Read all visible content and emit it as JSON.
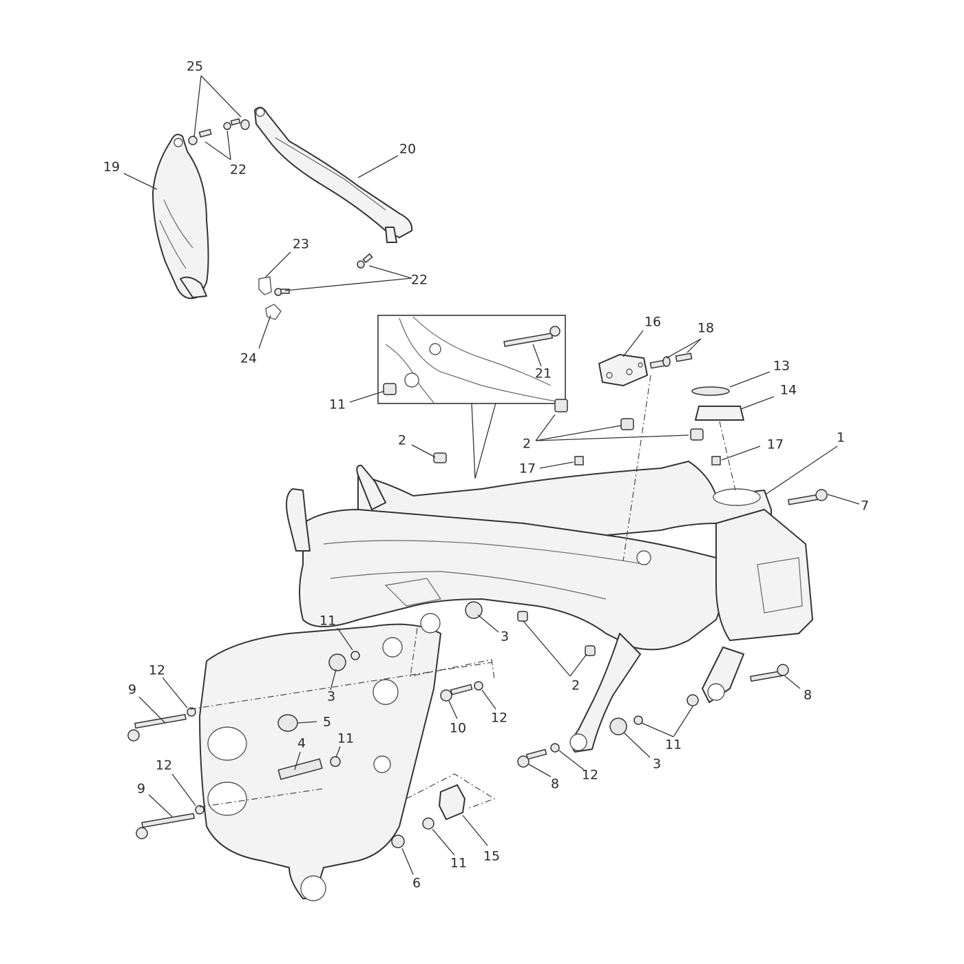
{
  "diagram": {
    "type": "exploded-parts-diagram",
    "callouts": [
      {
        "label": "25",
        "part_ref": 25
      },
      {
        "label": "22",
        "part_ref": 22
      },
      {
        "label": "19",
        "part_ref": 19
      },
      {
        "label": "20",
        "part_ref": 20
      },
      {
        "label": "23",
        "part_ref": 23
      },
      {
        "label": "22",
        "part_ref": 22
      },
      {
        "label": "24",
        "part_ref": 24
      },
      {
        "label": "16",
        "part_ref": 16
      },
      {
        "label": "18",
        "part_ref": 18
      },
      {
        "label": "13",
        "part_ref": 13
      },
      {
        "label": "14",
        "part_ref": 14
      },
      {
        "label": "21",
        "part_ref": 21
      },
      {
        "label": "11",
        "part_ref": 11
      },
      {
        "label": "2",
        "part_ref": 2
      },
      {
        "label": "2",
        "part_ref": 2
      },
      {
        "label": "17",
        "part_ref": 17
      },
      {
        "label": "17",
        "part_ref": 17
      },
      {
        "label": "1",
        "part_ref": 1
      },
      {
        "label": "7",
        "part_ref": 7
      },
      {
        "label": "11",
        "part_ref": 11
      },
      {
        "label": "3",
        "part_ref": 3
      },
      {
        "label": "2",
        "part_ref": 2
      },
      {
        "label": "12",
        "part_ref": 12
      },
      {
        "label": "9",
        "part_ref": 9
      },
      {
        "label": "3",
        "part_ref": 3
      },
      {
        "label": "5",
        "part_ref": 5
      },
      {
        "label": "4",
        "part_ref": 4
      },
      {
        "label": "11",
        "part_ref": 11
      },
      {
        "label": "12",
        "part_ref": 12
      },
      {
        "label": "9",
        "part_ref": 9
      },
      {
        "label": "10",
        "part_ref": 10
      },
      {
        "label": "12",
        "part_ref": 12
      },
      {
        "label": "8",
        "part_ref": 8
      },
      {
        "label": "11",
        "part_ref": 11
      },
      {
        "label": "3",
        "part_ref": 3
      },
      {
        "label": "12",
        "part_ref": 12
      },
      {
        "label": "8",
        "part_ref": 8
      },
      {
        "label": "6",
        "part_ref": 6
      },
      {
        "label": "11",
        "part_ref": 11
      },
      {
        "label": "15",
        "part_ref": 15
      }
    ]
  }
}
